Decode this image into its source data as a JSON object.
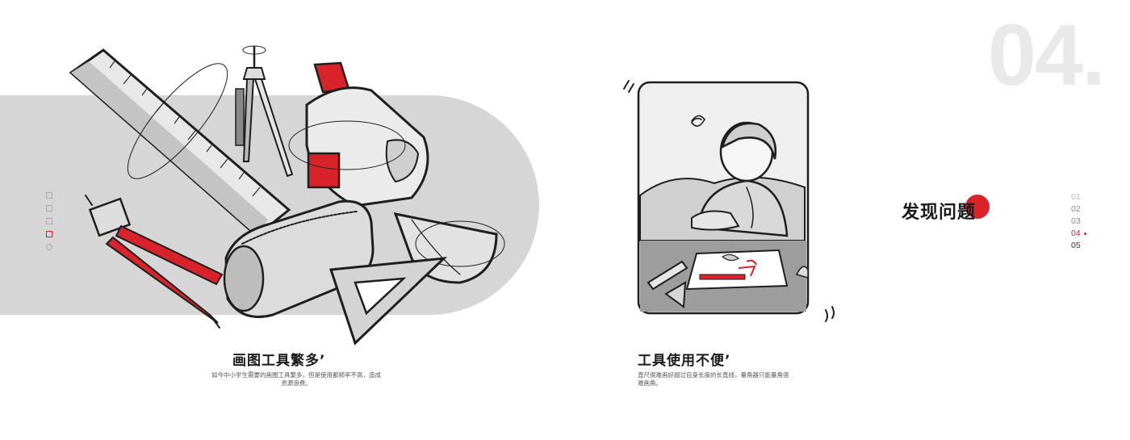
{
  "section": {
    "number": "04.",
    "title": "发现问题"
  },
  "pager": {
    "items": [
      "01",
      "02",
      "03",
      "04",
      "05"
    ],
    "active_index": 3
  },
  "panels": [
    {
      "title": "画图工具繁多’",
      "body": "如今中小学生需要的画图工具繁多，但是使用都频率不高，造成资源浪费。"
    },
    {
      "title": "工具使用不便’",
      "body": "直尺很难画好超过自身长度的长直线，量角器只能量角很难画角。"
    }
  ],
  "colors": {
    "accent": "#d8232a",
    "band": "#d6d6d6",
    "big_number": "#e9e9e9"
  },
  "illustrations": {
    "left": "drawing-tools-illustration",
    "right": "frustrated-student-illustration"
  }
}
